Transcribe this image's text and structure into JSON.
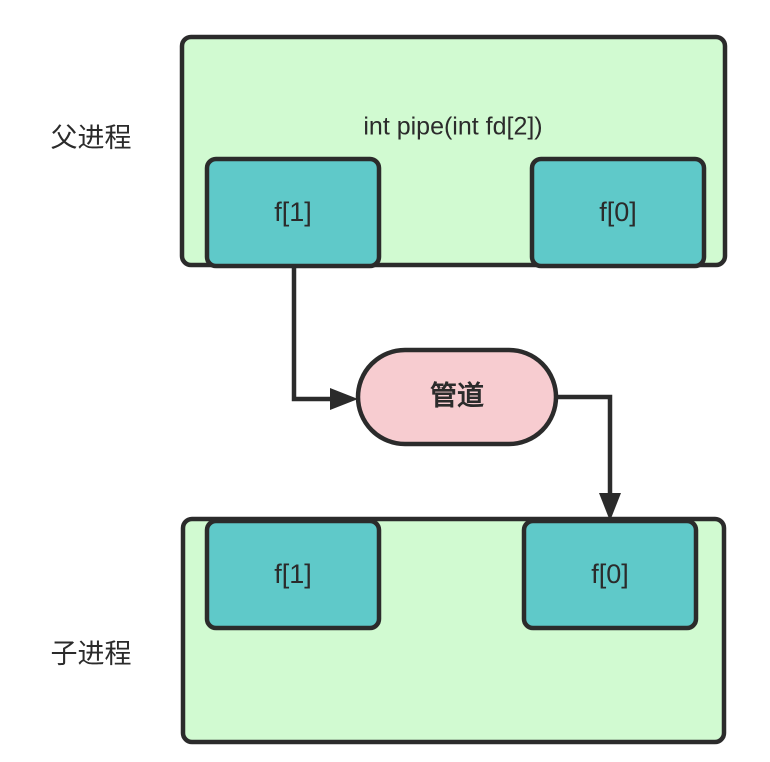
{
  "diagram": {
    "title_text": "int pipe(int fd[2])",
    "colors": {
      "process_fill": "#d1fad1",
      "fd_fill": "#5fc9c9",
      "pipe_fill": "#f7ccd0",
      "stroke": "#2b2b2b",
      "background": "#ffffff"
    },
    "parent": {
      "label": "父进程",
      "title": "int pipe(int fd[2])",
      "write_fd": "f[1]",
      "read_fd": "f[0]"
    },
    "pipe": {
      "label": "管道"
    },
    "child": {
      "label": "子进程",
      "write_fd": "f[1]",
      "read_fd": "f[0]"
    },
    "edges": [
      {
        "name": "parent-write-to-pipe",
        "from": "parent.f[1]",
        "to": "pipe"
      },
      {
        "name": "pipe-to-child-read",
        "from": "pipe",
        "to": "child.f[0]"
      }
    ]
  }
}
